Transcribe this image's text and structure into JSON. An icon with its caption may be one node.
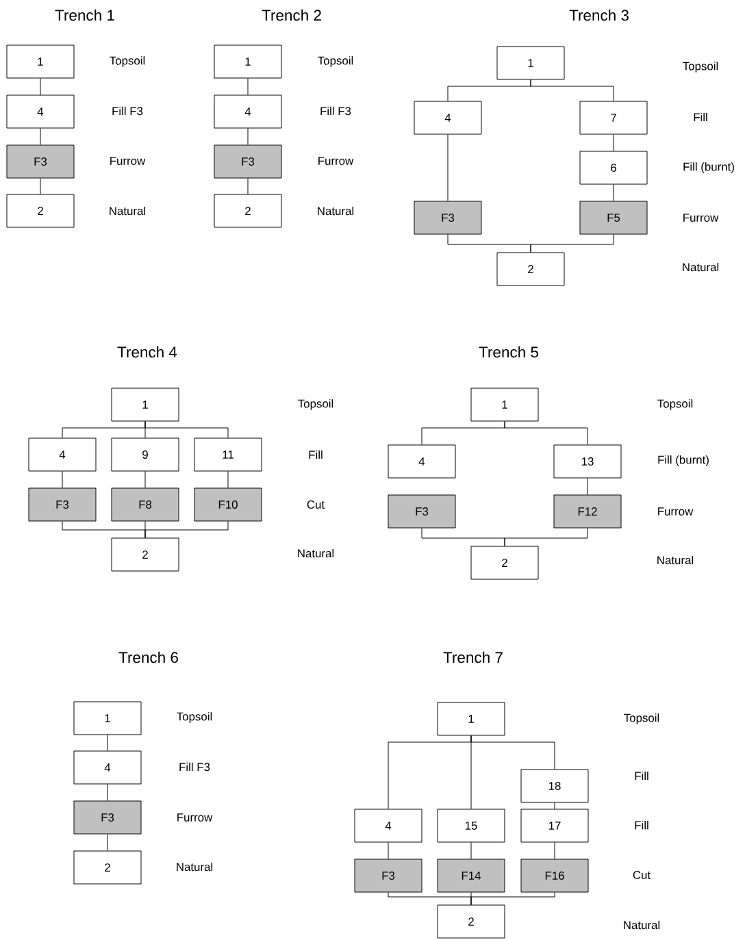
{
  "diagram": {
    "nodes": [
      {
        "text": [
          "1"
        ]
      },
      {
        "text": [
          "4"
        ]
      },
      {
        "text": [
          "F3"
        ]
      },
      {
        "text": [
          "2"
        ]
      },
      {
        "text": [
          "1"
        ]
      },
      {
        "text": [
          "4"
        ]
      },
      {
        "text": [
          "F3"
        ]
      },
      {
        "text": [
          "2"
        ]
      },
      {
        "text": [
          "1"
        ]
      },
      {
        "text": [
          "4"
        ]
      },
      {
        "text": [
          "7"
        ]
      },
      {
        "text": [
          "6"
        ]
      },
      {
        "text": [
          "F3"
        ]
      },
      {
        "text": [
          "F5"
        ]
      },
      {
        "text": [
          "2"
        ]
      },
      {
        "text": [
          "1"
        ]
      },
      {
        "text": [
          "4"
        ]
      },
      {
        "text": [
          "9"
        ]
      },
      {
        "text": [
          "11"
        ]
      },
      {
        "text": [
          "F3"
        ]
      },
      {
        "text": [
          "F8"
        ]
      },
      {
        "text": [
          "F10"
        ]
      },
      {
        "text": [
          "2"
        ]
      },
      {
        "text": [
          "1"
        ]
      },
      {
        "text": [
          "4"
        ]
      },
      {
        "text": [
          "13"
        ]
      },
      {
        "text": [
          "F3"
        ]
      },
      {
        "text": [
          "F12"
        ]
      },
      {
        "text": [
          "2"
        ]
      },
      {
        "text": [
          "1"
        ]
      },
      {
        "text": [
          "4"
        ]
      },
      {
        "text": [
          "F3"
        ]
      },
      {
        "text": [
          "2"
        ]
      },
      {
        "text": [
          "1"
        ]
      },
      {
        "text": [
          "18"
        ]
      },
      {
        "text": [
          "4"
        ]
      },
      {
        "text": [
          "15"
        ]
      },
      {
        "text": [
          "17"
        ]
      },
      {
        "text": [
          "F3"
        ]
      },
      {
        "text": [
          "F14"
        ]
      },
      {
        "text": [
          "F16"
        ]
      },
      {
        "text": [
          "2"
        ]
      }
    ],
    "edges": [
      {
        "from": 0,
        "to": 1,
        "arrow": "none"
      },
      {
        "from": 1,
        "to": 2,
        "arrow": "none"
      },
      {
        "from": 2,
        "to": 3,
        "arrow": "none"
      },
      {
        "from": 4,
        "to": 5,
        "arrow": "none"
      },
      {
        "from": 5,
        "to": 6,
        "arrow": "none"
      },
      {
        "from": 6,
        "to": 7,
        "arrow": "none"
      },
      {
        "from": 8,
        "to": 9,
        "arrow": "none"
      },
      {
        "from": 8,
        "to": 10,
        "arrow": "none"
      },
      {
        "from": 9,
        "to": 12,
        "arrow": "none"
      },
      {
        "from": 10,
        "to": 11,
        "arrow": "none"
      },
      {
        "from": 11,
        "to": 13,
        "arrow": "none"
      },
      {
        "from": 12,
        "to": 14,
        "arrow": "none"
      },
      {
        "from": 13,
        "to": 14,
        "arrow": "none"
      },
      {
        "from": 15,
        "to": 16,
        "arrow": "none"
      },
      {
        "from": 15,
        "to": 17,
        "arrow": "none"
      },
      {
        "from": 15,
        "to": 18,
        "arrow": "none"
      },
      {
        "from": 16,
        "to": 19,
        "arrow": "none"
      },
      {
        "from": 17,
        "to": 20,
        "arrow": "none"
      },
      {
        "from": 18,
        "to": 21,
        "arrow": "none"
      },
      {
        "from": 19,
        "to": 22,
        "arrow": "none"
      },
      {
        "from": 20,
        "to": 22,
        "arrow": "none"
      },
      {
        "from": 21,
        "to": 22,
        "arrow": "none"
      },
      {
        "from": 23,
        "to": 24,
        "arrow": "none"
      },
      {
        "from": 23,
        "to": 25,
        "arrow": "none"
      },
      {
        "from": 25,
        "to": 27,
        "arrow": "none"
      },
      {
        "from": 26,
        "to": 28,
        "arrow": "none"
      },
      {
        "from": 27,
        "to": 28,
        "arrow": "none"
      },
      {
        "from": 29,
        "to": 30,
        "arrow": "none"
      },
      {
        "from": 30,
        "to": 31,
        "arrow": "none"
      },
      {
        "from": 31,
        "to": 32,
        "arrow": "none"
      },
      {
        "from": 33,
        "to": 35,
        "arrow": "none"
      },
      {
        "from": 33,
        "to": 36,
        "arrow": "none"
      },
      {
        "from": 33,
        "to": 34,
        "arrow": "none"
      },
      {
        "from": 34,
        "to": 37,
        "arrow": "none"
      },
      {
        "from": 35,
        "to": 38,
        "arrow": "none"
      },
      {
        "from": 36,
        "to": 39,
        "arrow": "none"
      },
      {
        "from": 37,
        "to": 40,
        "arrow": "none"
      },
      {
        "from": 38,
        "to": 41,
        "arrow": "none"
      },
      {
        "from": 39,
        "to": 41,
        "arrow": "none"
      },
      {
        "from": 40,
        "to": 41,
        "arrow": "none"
      }
    ],
    "labels": [
      "Trench 1",
      "Topsoil",
      "Fill F3",
      "Furrow",
      "Natural",
      "Trench 2",
      "Topsoil",
      "Fill F3",
      "Furrow",
      "Natural",
      "Trench 3",
      "Topsoil",
      "Fill",
      "Fill (burnt)",
      "Furrow",
      "Natural",
      "Trench 4",
      "Topsoil",
      "Fill",
      "Cut",
      "Natural",
      "Trench 5",
      "Topsoil",
      "Fill (burnt)",
      "Furrow",
      "Natural",
      "Trench 6",
      "Topsoil",
      "Fill F3",
      "Furrow",
      "Natural",
      "Trench 7",
      "Topsoil",
      "Fill",
      "Fill",
      "Cut",
      "Natural"
    ]
  }
}
